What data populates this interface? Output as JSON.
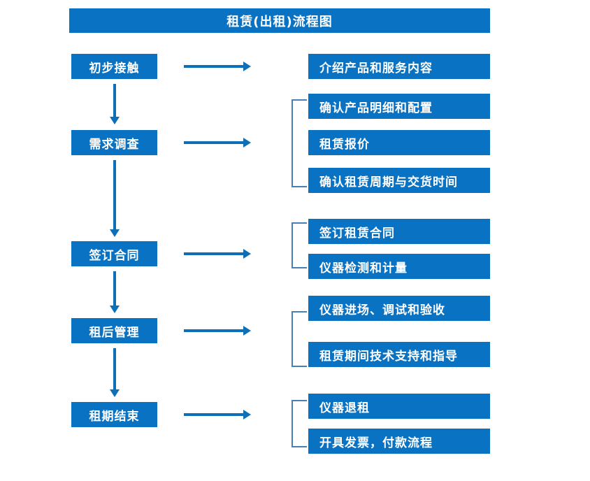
{
  "diagram": {
    "title": "租赁(出租)流程图",
    "colors": {
      "box_blue": "#0a72c2",
      "arrow_blue": "#0d6fb8",
      "bracket_blue": "#4a7fb5",
      "text_white": "#ffffff",
      "background": "#ffffff"
    },
    "stages": [
      {
        "label": "初步接触"
      },
      {
        "label": "需求调查"
      },
      {
        "label": "签订合同"
      },
      {
        "label": "租后管理"
      },
      {
        "label": "租期结束"
      }
    ],
    "details": [
      {
        "label": "介绍产品和服务内容"
      },
      {
        "label": "确认产品明细和配置"
      },
      {
        "label": "租赁报价"
      },
      {
        "label": "确认租赁周期与交货时间"
      },
      {
        "label": "签订租赁合同"
      },
      {
        "label": "仪器检测和计量"
      },
      {
        "label": "仪器进场、调试和验收"
      },
      {
        "label": "租赁期间技术支持和指导"
      },
      {
        "label": "仪器退租"
      },
      {
        "label": "开具发票，付款流程"
      }
    ]
  }
}
